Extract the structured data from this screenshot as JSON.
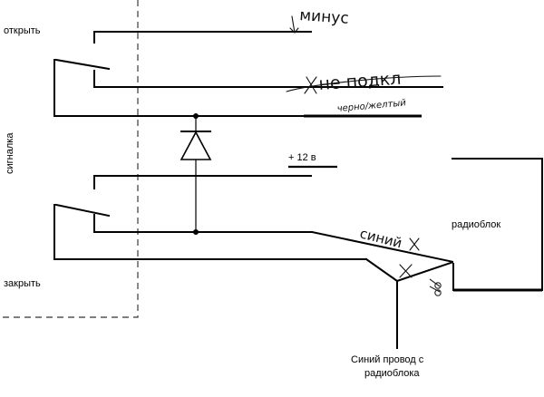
{
  "labels": {
    "open": "открыть",
    "close": "закрыть",
    "alarm": "сигналка",
    "plus12": "+ 12 в",
    "radio_block": "радиоблок",
    "blue_wire_caption_line1": "Синий провод с",
    "blue_wire_caption_line2": "радиоблока"
  },
  "handwriting": {
    "minus": "минус",
    "not_in_use": "не подкл",
    "black_yellow": "черно/желтый",
    "blue": "синий"
  },
  "icons": {
    "scissors": "scissors-icon",
    "diode": "diode-icon"
  }
}
